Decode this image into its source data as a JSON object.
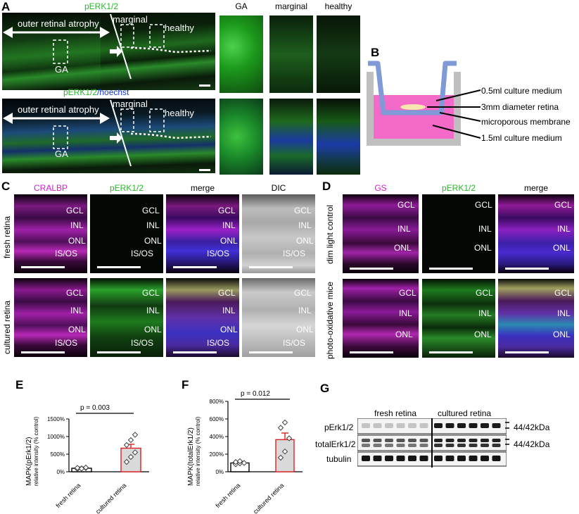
{
  "panel_letters": {
    "a": "A",
    "b": "B",
    "c": "C",
    "d": "D",
    "e": "E",
    "f": "F",
    "g": "G"
  },
  "panelA": {
    "top_label": "pERK1/2",
    "bottom_label_green": "pERK1/2",
    "bottom_label_blue": "/hoechst",
    "atrophy": "outer retinal atrophy",
    "marginal": "marginal",
    "healthy": "healthy",
    "ga": "GA",
    "columns": [
      "GA",
      "marginal",
      "healthy"
    ]
  },
  "panelB": {
    "labels": [
      "0.5ml culture medium",
      "3mm diameter retina",
      "microporous membrane",
      "1.5ml culture medium"
    ]
  },
  "panelC": {
    "headers": [
      "CRALBP",
      "pERK1/2",
      "merge",
      "DIC"
    ],
    "rows": [
      "fresh retina",
      "cultured retina"
    ],
    "layers": [
      "GCL",
      "INL",
      "ONL",
      "IS/OS"
    ]
  },
  "panelD": {
    "headers": [
      "GS",
      "pERK1/2",
      "merge"
    ],
    "rows": [
      "dim light control",
      "photo-oxidative mice"
    ],
    "layers": [
      "GCL",
      "INL",
      "ONL"
    ]
  },
  "panelE": {
    "ylabel1": "MAPK(pErk1/2)",
    "ylabel2": "relative intensity (% control)",
    "pval": "p = 0.003",
    "ticks": [
      "0%",
      "500%",
      "1000%",
      "1500%"
    ]
  },
  "panelF": {
    "ylabel1": "MAPK(totalErk1/2)",
    "ylabel2": "relative intensity (% control)",
    "pval": "p = 0.012",
    "ticks": [
      "0%",
      "200%",
      "400%",
      "600%",
      "800%"
    ]
  },
  "panelG": {
    "group1": "fresh retina",
    "group2": "cultured retina",
    "rows": [
      "pErk1/2",
      "totalErk1/2",
      "tubulin"
    ],
    "kda1": "44/42kDa",
    "kda2": "44/42kDa"
  },
  "chart_data": [
    {
      "type": "bar",
      "categories": [
        "fresh retina",
        "cultured retina"
      ],
      "values": [
        100,
        670
      ],
      "errors": [
        30,
        110
      ],
      "points": [
        [
          80,
          95,
          105,
          110,
          90,
          120
        ],
        [
          280,
          420,
          550,
          760,
          900,
          1050
        ]
      ],
      "ylim": [
        0,
        1500
      ],
      "ylabel": "MAPK(pErk1/2) relative intensity (% control)"
    },
    {
      "type": "bar",
      "categories": [
        "fresh retina",
        "cultured retina"
      ],
      "values": [
        100,
        365
      ],
      "errors": [
        15,
        75
      ],
      "points": [
        [
          85,
          95,
          100,
          110,
          120
        ],
        [
          160,
          230,
          380,
          500,
          560
        ]
      ],
      "ylim": [
        0,
        800
      ],
      "ylabel": "MAPK(totalErk1/2) relative intensity (% control)"
    }
  ]
}
